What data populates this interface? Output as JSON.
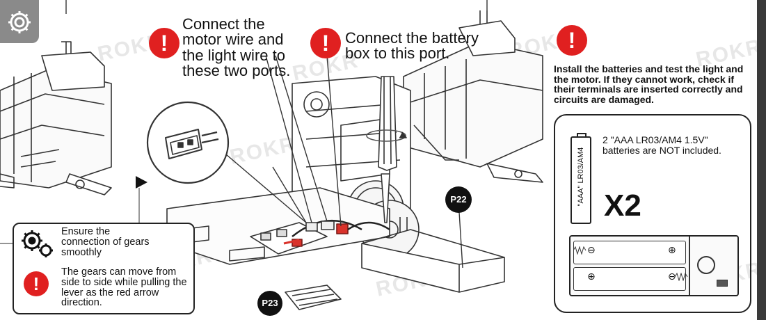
{
  "callouts": {
    "motor_light": "Connect the motor wire and the light wire to these two ports.",
    "battery_port": "Connect the battery box to this port.",
    "install_test": "Install the batteries and test the light and the motor. If they cannot work, check if their terminals are inserted correctly and circuits are damaged."
  },
  "battery_panel": {
    "battery_label": "\"AAA\" LR03/AM4",
    "note": "2 \"AAA LR03/AM4 1.5V\" batteries are NOT included.",
    "quantity": "X2",
    "minus_top": "⊖",
    "plus_top": "⊕",
    "plus_bottom": "⊕",
    "minus_bottom": "⊖"
  },
  "gear_box": {
    "ensure": "Ensure the connection of gears smoothly",
    "lever_note": "The gears can move from side to side while pulling the lever as the red arrow direction."
  },
  "badges": {
    "p22": "P22",
    "p23": "P23"
  },
  "watermark": "ROKR",
  "icons": {
    "settings": "gear-icon",
    "warning": "exclamation-icon",
    "gears": "gears-icon",
    "play": "play-icon"
  },
  "colors": {
    "warning_red": "#e02020",
    "connector_red": "#d9322b",
    "line_art": "#333333"
  }
}
